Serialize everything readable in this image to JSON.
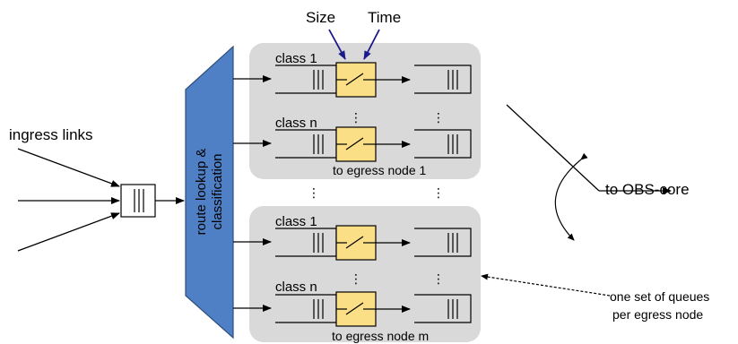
{
  "labels": {
    "ingress": "ingress links",
    "route_line1": "route lookup &",
    "route_line2": "classification",
    "size": "Size",
    "time": "Time",
    "class_1": "class 1",
    "class_n": "class n",
    "egress_1": "to egress node 1",
    "egress_m": "to egress node m",
    "obs_core": "to OBS-core",
    "note_line1": "one set of queues",
    "note_line2": "per egress node",
    "vdots": "⋮"
  },
  "colors": {
    "group_bg": "#d9d9d9",
    "router_fill": "#4f7fc4",
    "router_stroke": "#2e4f7d",
    "switch_fill": "#fbdf86",
    "arrow": "#000000",
    "size_time_arrow": "#1a1a8c"
  }
}
